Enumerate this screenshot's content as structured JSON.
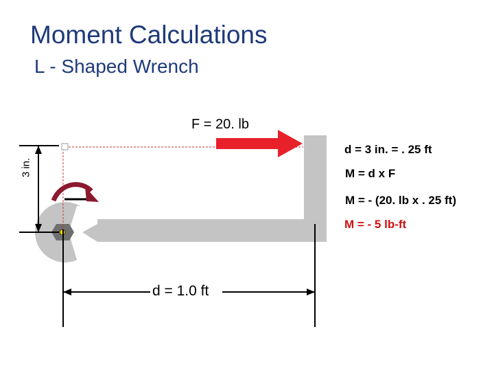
{
  "title": "Moment Calculations",
  "subtitle": "L - Shaped Wrench",
  "force_label": "F = 20. lb",
  "side_dimension_label": "3 in.",
  "bottom_dimension_label": "d = 1.0 ft",
  "equations": {
    "line1": "d = 3 in. = . 25 ft",
    "line2": "M = d x F",
    "line3": "M = - (20. lb x . 25 ft)",
    "line4": "M =  - 5 lb-ft"
  },
  "colors": {
    "title": "#1f3a7a",
    "force_arrow": "#e8202a",
    "rotation_arrow": "#8b1a2e",
    "wrench": "#c4c4c4",
    "result": "#cc1111",
    "guide_line": "#cc3333"
  },
  "icons": {
    "force": "right-arrow-icon",
    "rotation": "clockwise-arrow-icon",
    "pivot": "hex-nut-icon"
  }
}
